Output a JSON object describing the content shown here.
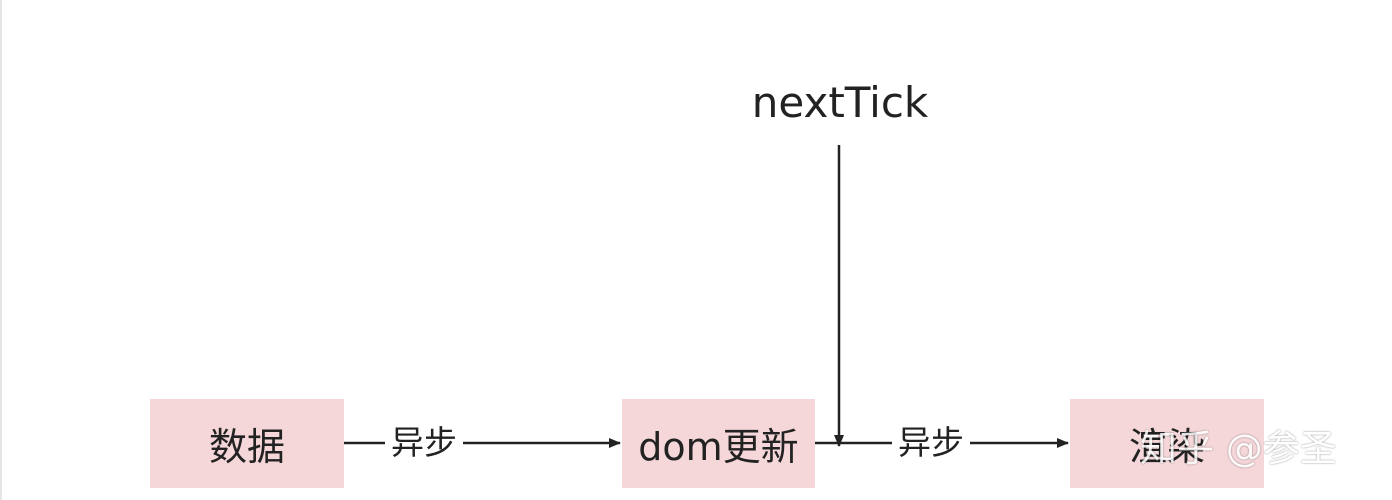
{
  "diagram": {
    "top_label": "nextTick",
    "nodes": {
      "data": "数据",
      "dom_update": "dom更新",
      "render": "渲染"
    },
    "edges": {
      "data_to_dom": "异步",
      "dom_to_render": "异步"
    }
  },
  "watermark": "知乎 @参圣",
  "colors": {
    "node_fill": "#f6d7d9",
    "line": "#222222"
  }
}
